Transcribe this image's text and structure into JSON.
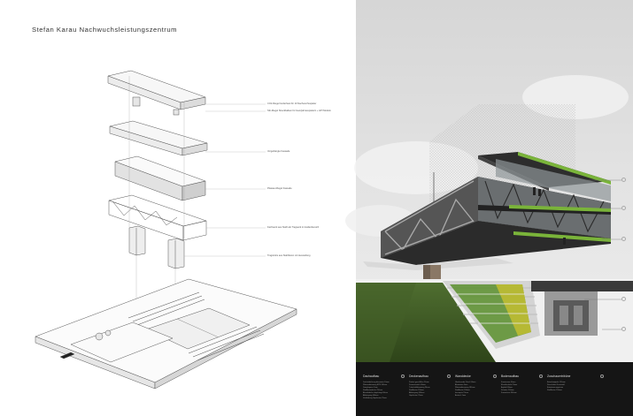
{
  "title": "Stefan Karau Nachwuchsleistungszentrum",
  "annotations": [
    "CO2-Riegel Isolierhaut für 10 Nachwuchsspieler",
    "Stb-Riegel Streckbalken für Ganzjahresspielerin + HPI Modulo",
    "Vorgehängte Fassade",
    "Plateau-Riegel Fassade",
    "Fachwerk aus Stahl als Tragwerk im Hallenbereich",
    "Tragstütze aus Stahlbeton mit Aussteifung"
  ],
  "legend": [
    {
      "heading": "Dachaufbau",
      "rows": [
        "Dachabdichtung bituminös 10mm",
        "Wärmedämmung EPS 240mm",
        "Dampfsperre 2mm",
        "Stahlbetondecke 250mm",
        "Akustikdecke abgehängt 60mm",
        "Abhängung 400mm",
        "Verkleidung Gipskarton 25mm"
      ]
    },
    {
      "heading": "Deckenaufbau",
      "rows": [
        "Parkett geschliffen 20mm",
        "Zementestrich 60mm",
        "Trittschalldämmung 30mm",
        "Stahlbeton 250mm",
        "Abhängung 300mm",
        "Gipskarton 25mm"
      ]
    },
    {
      "heading": "Wanddecke",
      "rows": [
        "Glasfassade 3-fach 50mm",
        "Aluminium 5mm",
        "Wärmedämmung 180mm",
        "Stahlbeton 200mm",
        "Innenputz 15mm",
        "Anstrich 1mm"
      ]
    },
    {
      "heading": "Bodenaufbau",
      "rows": [
        "Kunstrasen 40mm",
        "Elastikschicht 25mm",
        "Asphalt 80mm",
        "Schotter 200mm",
        "Frostschutz 300mm"
      ]
    },
    {
      "heading": "Zuschauertribüne",
      "rows": [
        "Betonfertigteile 150mm",
        "Sitzschalen Kunststoff",
        "Entwässerungsrinne",
        "Stahlbeton 250mm"
      ]
    }
  ]
}
